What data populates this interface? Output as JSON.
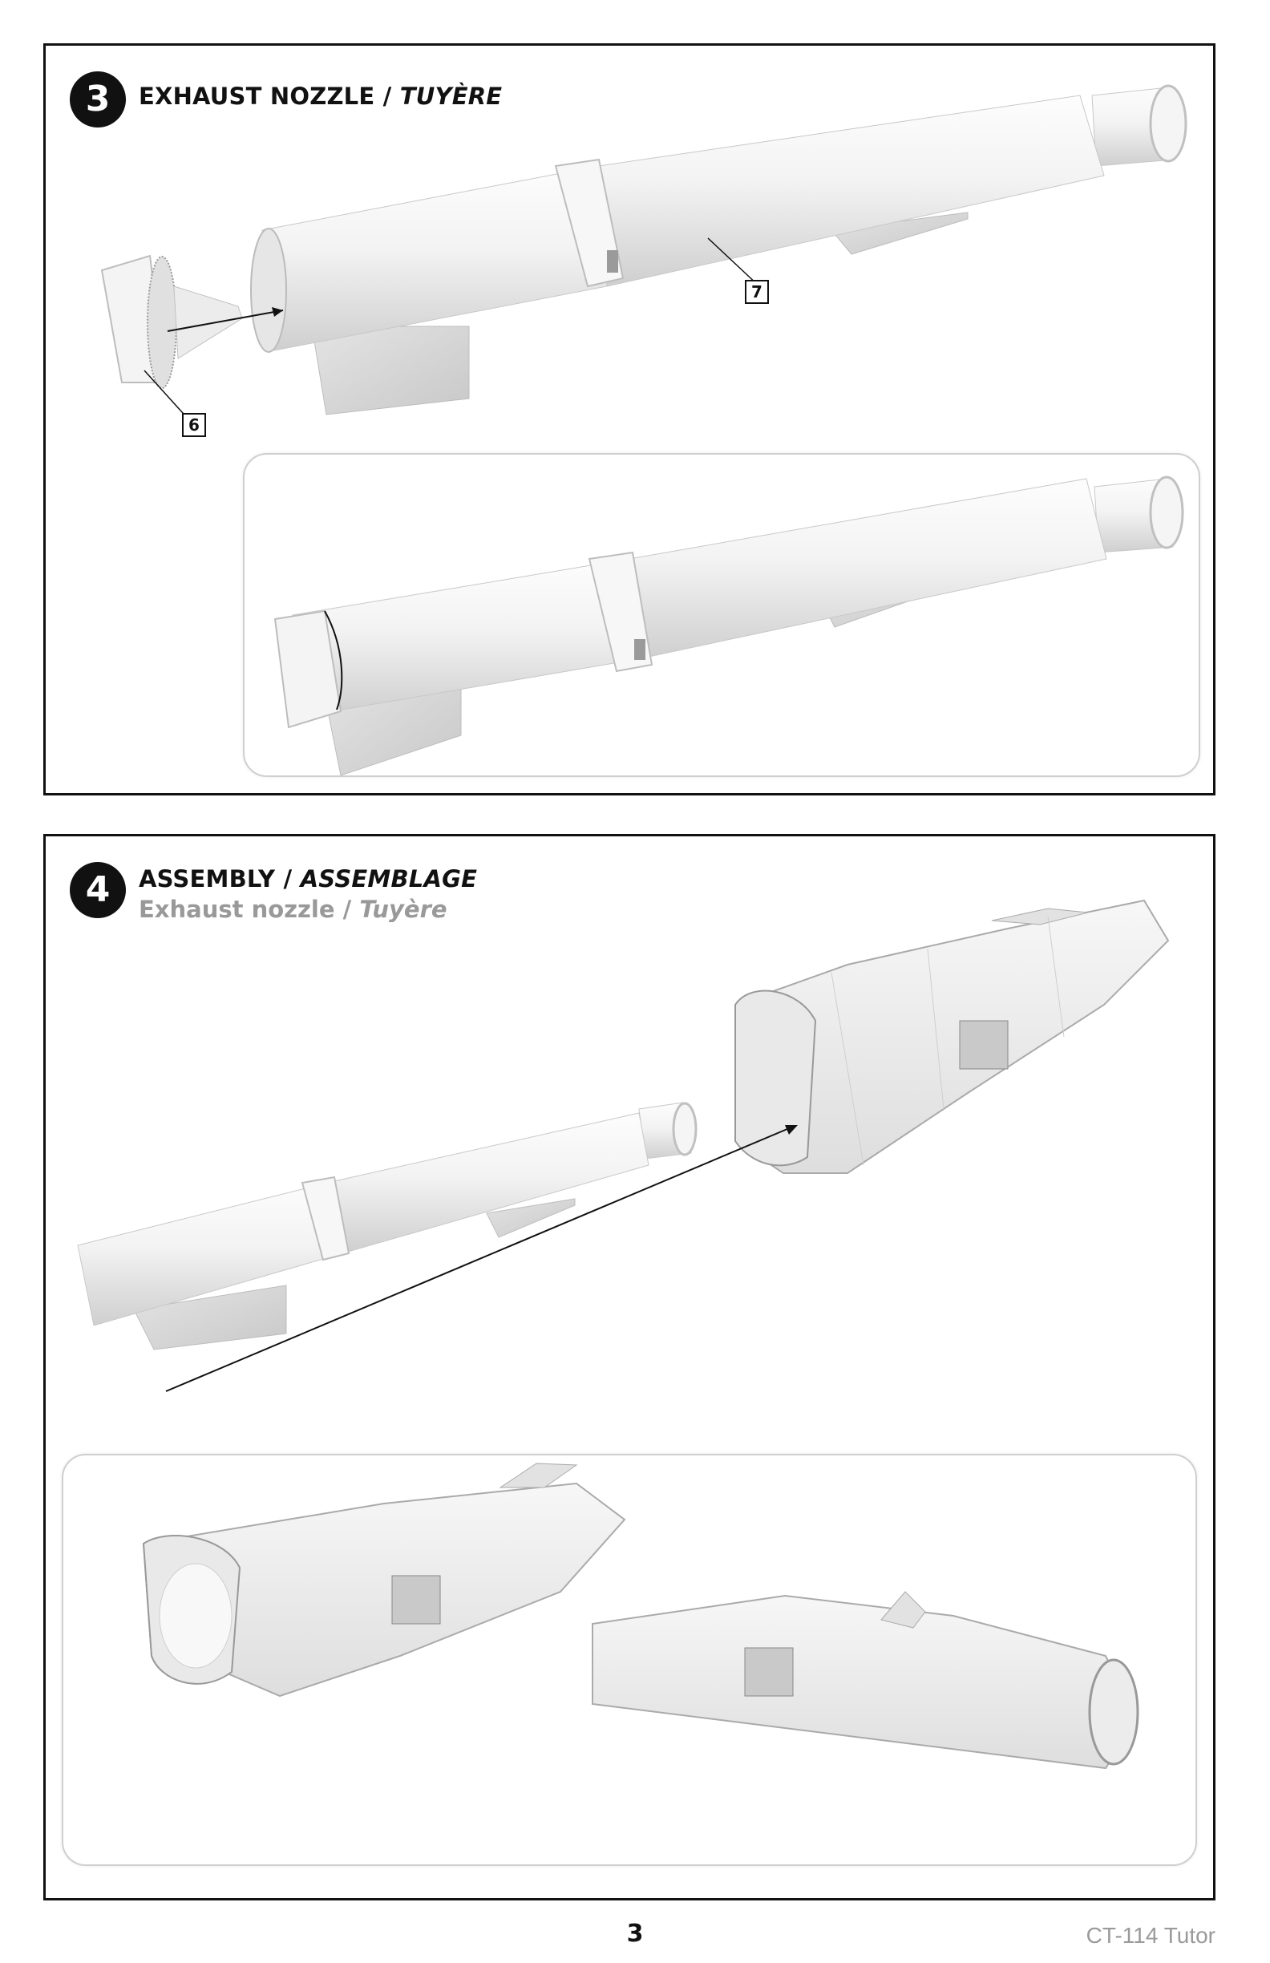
{
  "step3": {
    "number": "3",
    "title": "EXHAUST NOZZLE / ",
    "title_italic": "TUYÈRE",
    "callouts": {
      "part_6": "6",
      "part_7": "7"
    }
  },
  "step4": {
    "number": "4",
    "title": "ASSEMBLY / ",
    "title_italic": "ASSEMBLAGE",
    "subtitle": "Exhaust nozzle / ",
    "subtitle_italic": "Tuyère"
  },
  "footer": {
    "page_number": "3",
    "model_name": "CT-114 Tutor"
  },
  "colors": {
    "frame": "#111111",
    "part_fill": "#f2f2f2",
    "part_shade": "#d9d9d9",
    "subtitle_gray": "#999999",
    "inset_border": "#cfcfcf"
  }
}
